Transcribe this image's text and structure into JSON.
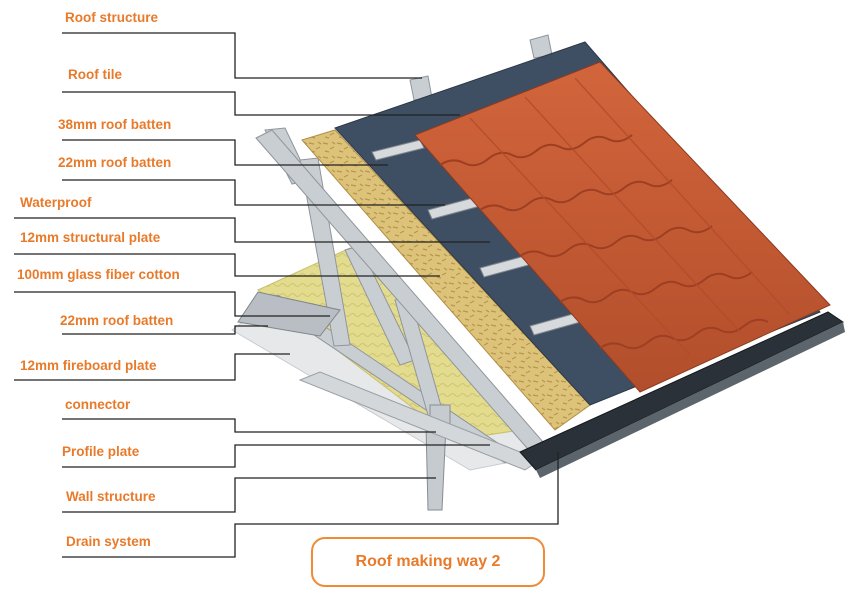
{
  "colors": {
    "label": "#e87a2a",
    "leader": "#222222",
    "tile": "#c95a35",
    "tile_dark": "#9e3f22",
    "waterproof": "#3f4f63",
    "osb": "#ddc27a",
    "steel": "#c9ced2",
    "insulation": "#e3dc8e",
    "fireboard": "#e6e8ea",
    "caption_border": "#ef8a35"
  },
  "labels": [
    "Roof structure",
    "Roof tile",
    "38mm roof batten",
    "22mm roof batten",
    "Waterproof",
    "12mm structural plate",
    "100mm glass fiber cotton",
    "22mm roof batten",
    "12mm fireboard plate",
    "connector",
    "Profile plate",
    "Wall structure",
    "Drain system"
  ],
  "caption": "Roof making way 2"
}
